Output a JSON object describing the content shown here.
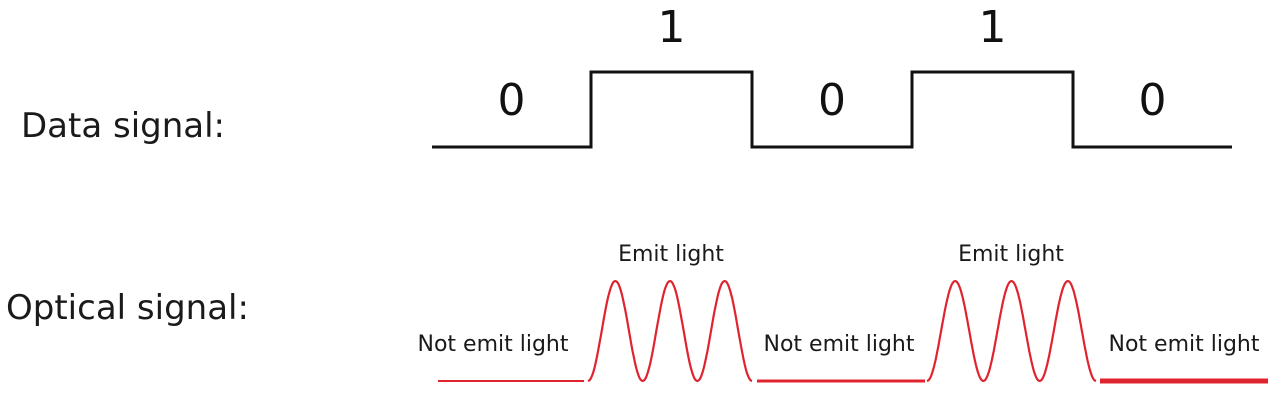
{
  "labels": {
    "data_signal": "Data signal:",
    "optical_signal": "Optical signal:"
  },
  "bits": [
    "0",
    "1",
    "0",
    "1",
    "0"
  ],
  "optical_states": [
    "Not emit light",
    "Emit light",
    "Not emit light",
    "Emit light",
    "Not emit light"
  ],
  "colors": {
    "data_line": "#111111",
    "optical_line": "#e0242f",
    "text": "#1a1a1a"
  }
}
